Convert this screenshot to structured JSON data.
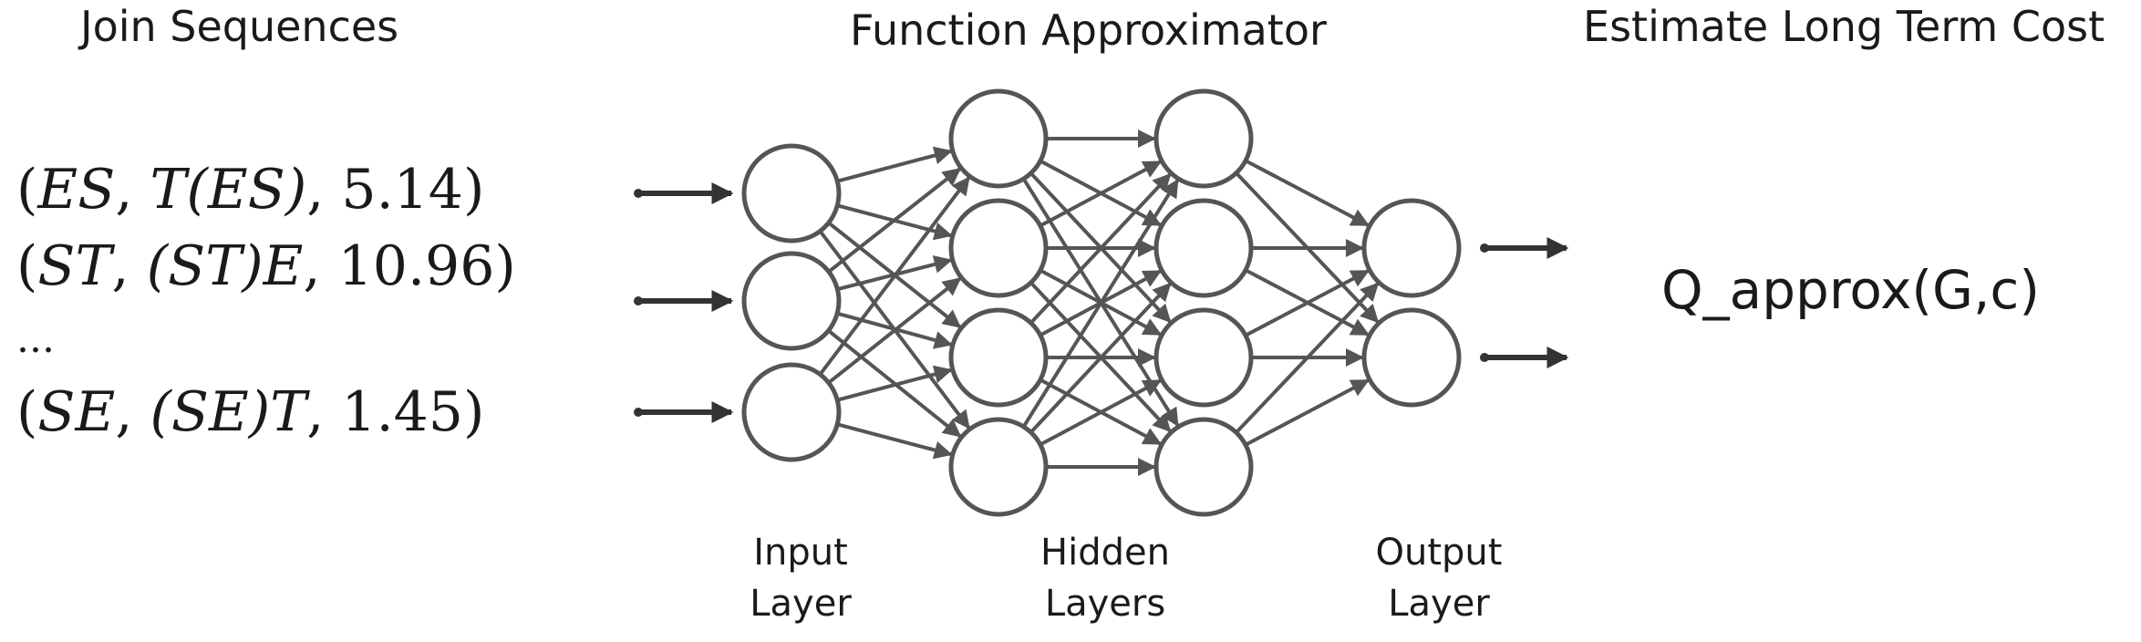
{
  "headings": {
    "left": "Join Sequences",
    "middle": "Function Approximator",
    "right": "Estimate Long Term Cost"
  },
  "sequences": [
    {
      "a": "ES",
      "b": "T(ES)",
      "c": "5.14"
    },
    {
      "a": "ST",
      "b": "(ST)E",
      "c": "10.96"
    },
    {
      "ellipsis": "..."
    },
    {
      "a": "SE",
      "b": "(SE)T",
      "c": "1.45"
    }
  ],
  "output_label": "Q_approx(G,c)",
  "layer_labels": {
    "input": [
      "Input",
      "Layer"
    ],
    "hidden": [
      "Hidden",
      "Layers"
    ],
    "output": [
      "Output",
      "Layer"
    ]
  },
  "network": {
    "layer_sizes": [
      3,
      4,
      4,
      2
    ],
    "input_arrows": 3,
    "output_arrows": 2,
    "node_stroke": "#555555",
    "edge_color": "#555555"
  }
}
